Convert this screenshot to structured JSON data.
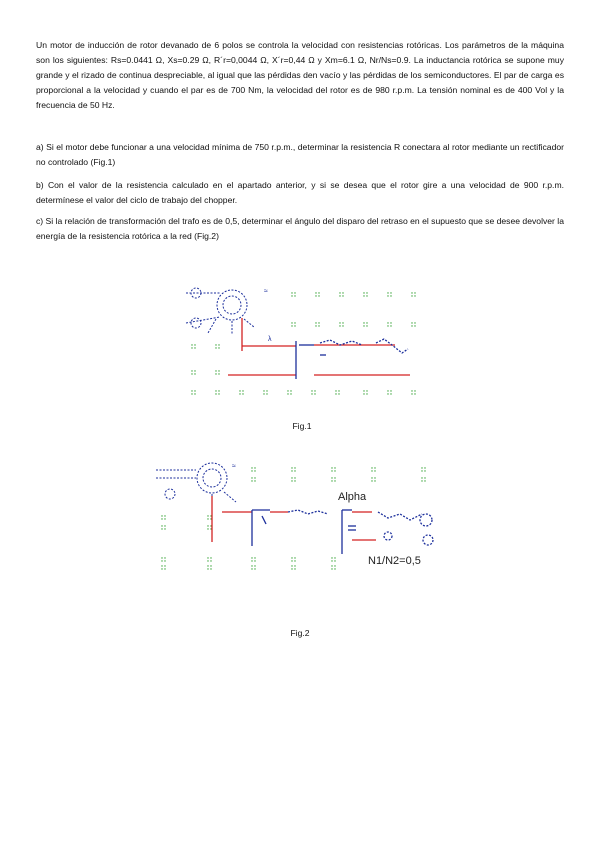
{
  "problem": {
    "statement": "Un motor de inducción de rotor devanado de 6 polos se controla la velocidad con resistencias rotóricas. Los parámetros de la máquina son los siguientes:   Rs=0.0441 Ω, Xs=0.29 Ω, R´r=0,0044 Ω, X´r=0,44 Ω y Xm=6.1 Ω, Nr/Ns=0.9. La inductancia rotórica se supone muy grande y el rizado de continua despreciable, al igual que las pérdidas den vacío y las pérdidas de los semiconductores. El par de carga es proporcional a la velocidad y cuando el par es de 700 Nm, la velocidad del rotor es de 980 r.p.m. La tensión nominal es de 400 Vol y la frecuencia de 50 Hz.",
    "question_a": "a) Si el motor debe funcionar a una velocidad mínima de 750 r.p.m., determinar la resistencia R conectara al rotor mediante un rectificador no controlado (Fig.1)",
    "question_b": "b) Con el valor de la resistencia calculado en el apartado anterior, y si se desea que el rotor gire a una velocidad de 900 r.p.m. determínese el valor del ciclo de trabajo del chopper.",
    "question_c": "c) Si la relación de transformación del trafo es de 0,5, determinar el ángulo del disparo del retraso en el supuesto que se desee devolver la energía de la resistencia rotórica a la red (Fig.2)"
  },
  "figures": [
    {
      "caption": "Fig.1",
      "labels": []
    },
    {
      "caption": "Fig.2",
      "labels": [
        "Alpha",
        "N1/N2=0,5"
      ]
    }
  ],
  "colors": {
    "wire_blue": "#1c2f9c",
    "wire_red": "#d32222",
    "dots_green": "#3aa33a",
    "dots_blue": "#5566cc"
  }
}
